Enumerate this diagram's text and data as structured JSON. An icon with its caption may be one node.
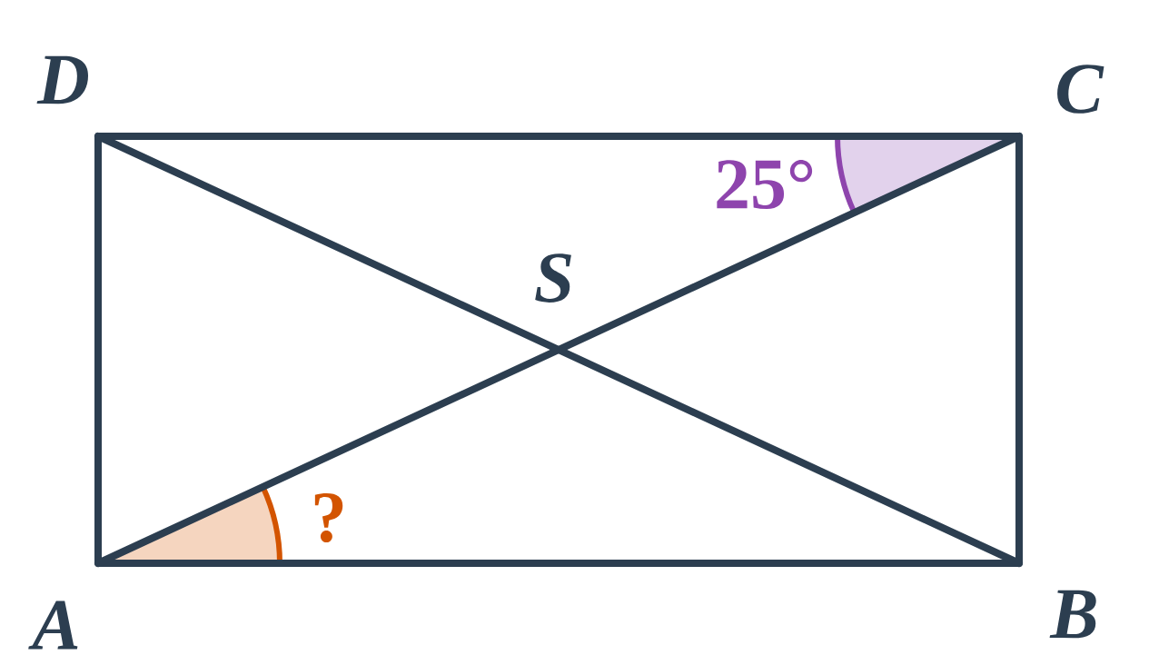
{
  "diagram": {
    "labels": [
      "D",
      "C",
      "25°",
      "S",
      "?",
      "A",
      "B"
    ]
  }
}
